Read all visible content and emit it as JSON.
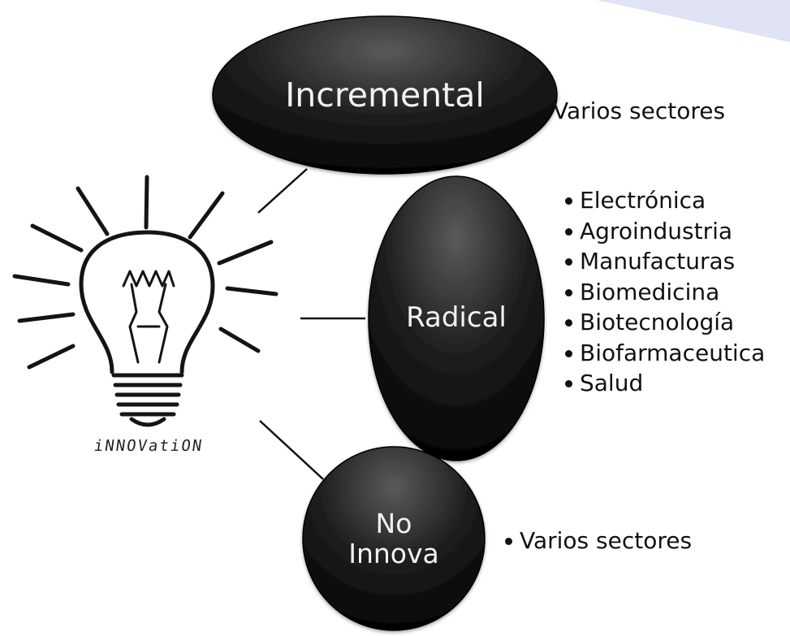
{
  "colors": {
    "node_fill_light": "#5a5a5a",
    "node_fill_dark": "#0b0b0b",
    "node_text": "#f2f2f2",
    "connector": "#111111",
    "corner_accent": "#dfe3f3"
  },
  "illustration": {
    "icon": "lightbulb-icon",
    "caption": "iNNOVatiON"
  },
  "nodes": {
    "incremental": {
      "label": "Incremental",
      "side_text": "Varios sectores"
    },
    "radical": {
      "label": "Radical",
      "sectors": [
        "Electrónica",
        "Agroindustria",
        "Manufacturas",
        "Biomedicina",
        "Biotecnología",
        "Biofarmaceutica",
        "Salud"
      ]
    },
    "no_innova": {
      "label_line1": "No",
      "label_line2": "Innova",
      "sectors": [
        "Varios sectores"
      ]
    }
  }
}
